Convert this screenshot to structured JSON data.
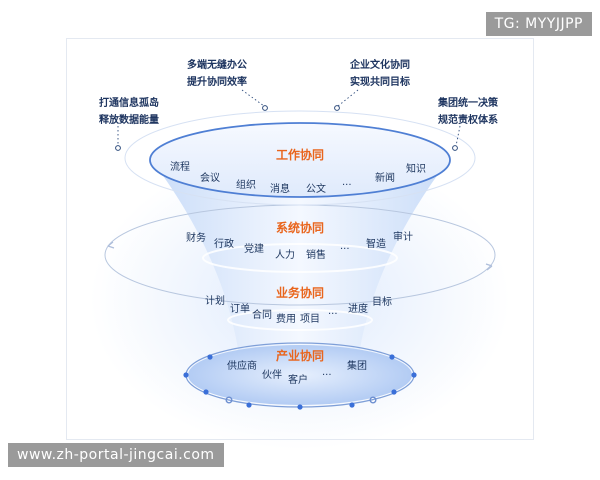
{
  "watermark_top": "TG: MYYJJPP",
  "watermark_bottom": "www.zh-portal-jingcai.com",
  "captions": [
    {
      "id": "cap-left",
      "lines": [
        "打通信息孤岛",
        "释放数据能量"
      ]
    },
    {
      "id": "cap-center-left",
      "lines": [
        "多端无缝办公",
        "提升协同效率"
      ]
    },
    {
      "id": "cap-center-right",
      "lines": [
        "企业文化协同",
        "实现共同目标"
      ]
    },
    {
      "id": "cap-right",
      "lines": [
        "集团统一决策",
        "规范责权体系"
      ]
    }
  ],
  "levels": [
    {
      "title": "工作协同",
      "items": [
        "流程",
        "会议",
        "组织",
        "消息",
        "公文",
        "···",
        "新闻",
        "知识"
      ]
    },
    {
      "title": "系统协同",
      "items": [
        "财务",
        "行政",
        "党建",
        "人力",
        "销售",
        "···",
        "智造",
        "审计"
      ]
    },
    {
      "title": "业务协同",
      "items": [
        "计划",
        "订单",
        "合同",
        "费用",
        "项目",
        "···",
        "进度",
        "目标"
      ]
    },
    {
      "title": "产业协同",
      "items": [
        "供应商",
        "伙伴",
        "客户",
        "···",
        "集团"
      ]
    }
  ],
  "colors": {
    "title": "#e9651d",
    "text": "#1c355e",
    "accent": "#3a6fd8",
    "funnel": "#cfe0fb"
  }
}
